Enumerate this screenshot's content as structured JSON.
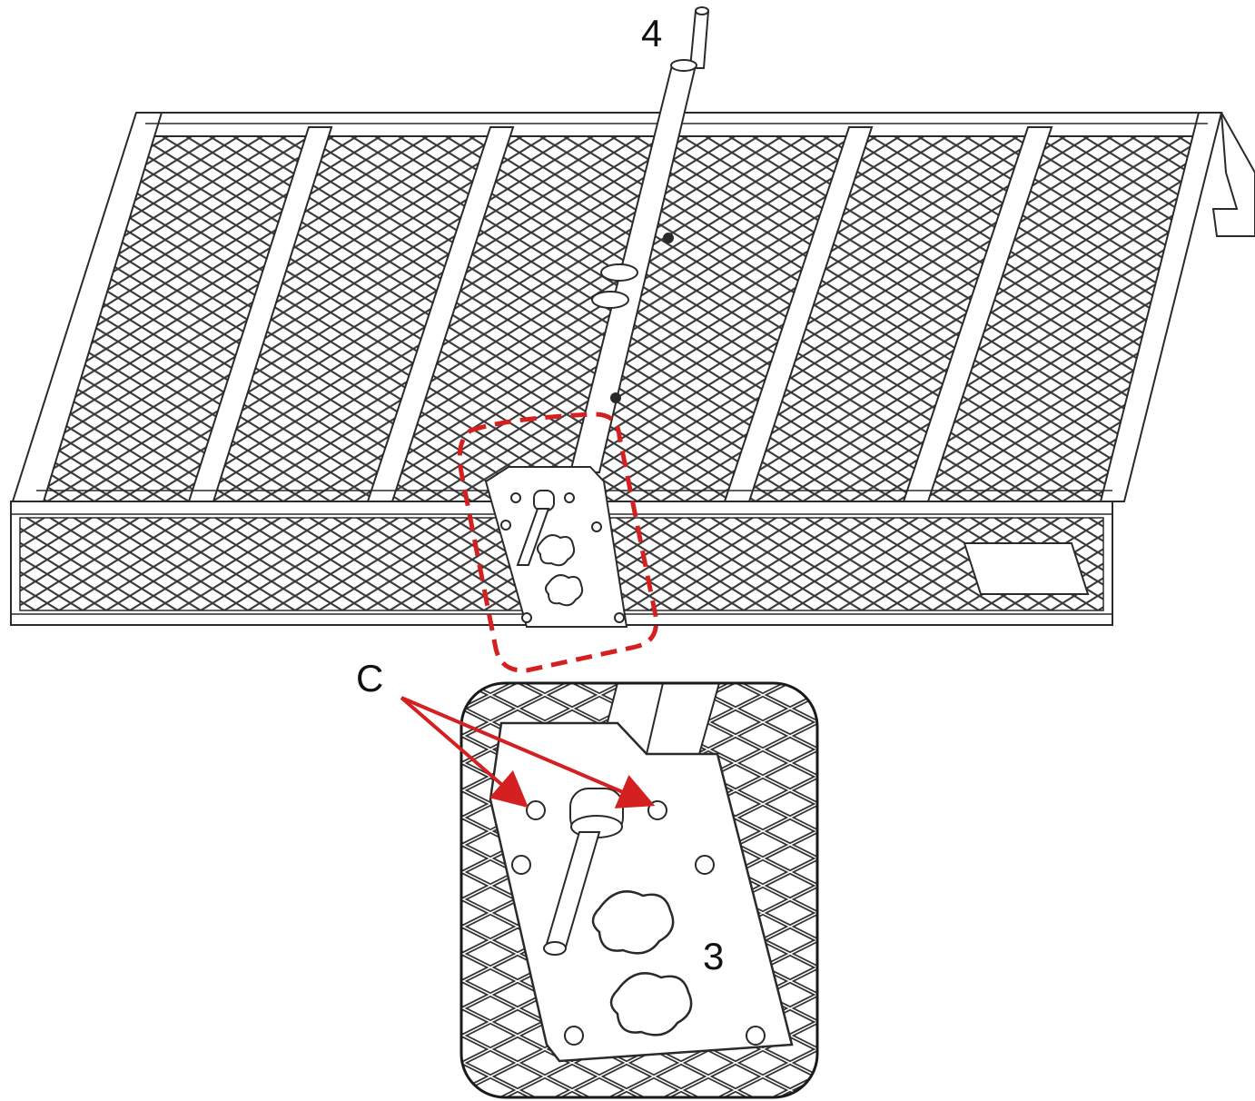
{
  "callouts": {
    "part_4": "4",
    "part_c": "C",
    "part_3": "3"
  },
  "colors": {
    "line": "#2a2a2a",
    "mesh": "#3a3a3a",
    "highlight": "#d42020",
    "background": "#ffffff"
  },
  "icons": {
    "detail_frame": "rounded-rectangle",
    "highlight_region": "dashed-rounded-rectangle",
    "pointer": "red-arrow"
  }
}
